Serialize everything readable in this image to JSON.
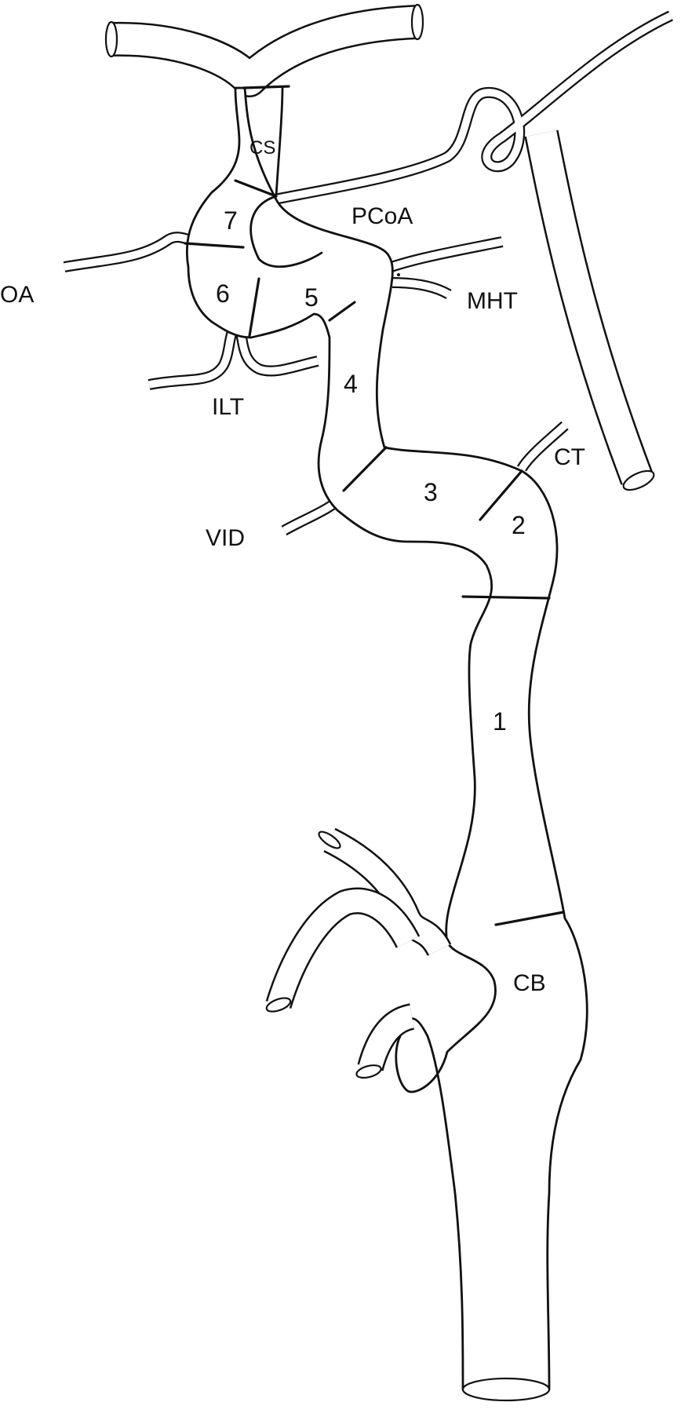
{
  "segments": {
    "s1": "1",
    "s2": "2",
    "s3": "3",
    "s4": "4",
    "s5": "5",
    "s6": "6",
    "s7": "7"
  },
  "labels": {
    "cs": "CS",
    "pcoa": "PCoA",
    "oa": "OA",
    "mht": "MHT",
    "ilt": "ILT",
    "vid": "VID",
    "ct": "CT",
    "cb": "CB"
  },
  "colors": {
    "line": "#111111",
    "background": "#ffffff"
  }
}
